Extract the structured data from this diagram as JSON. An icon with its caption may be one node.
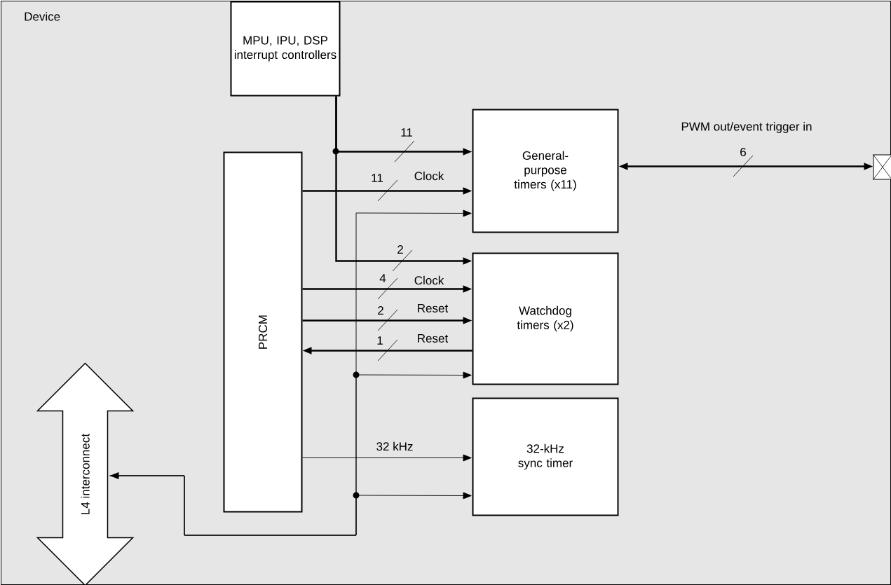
{
  "diagram": {
    "nodes": [
      {
        "text": [
          "Device"
        ]
      },
      {
        "text": [
          "MPU, IPU, DSP interrupt controllers"
        ],
        "in": 0
      },
      {
        "text": [
          "General-purpose timers (x11)"
        ],
        "in": 0
      },
      {
        "text": [
          "Watchdog timers (x2)"
        ],
        "in": 0
      },
      {
        "text": [
          "32-kHz sync timer"
        ],
        "in": 0
      },
      {
        "text": [
          "PRCM"
        ],
        "in": 0
      },
      {
        "text": [
          "L4 interconnect"
        ],
        "in": 0
      },
      {
        "text": [],
        "shape": "box",
        "in": 0
      }
    ],
    "edges": [
      {
        "from": 1,
        "to": 2,
        "arrow": "to"
      },
      {
        "from": 1,
        "to": 3,
        "arrow": "to"
      },
      {
        "from": 5,
        "to": 2,
        "arrow": "to",
        "label": "Clock"
      },
      {
        "from": 5,
        "to": 3,
        "arrow": "to",
        "label": "Clock"
      },
      {
        "from": 5,
        "to": 3,
        "arrow": "to",
        "label": "Reset"
      },
      {
        "from": 3,
        "to": 5,
        "arrow": "to",
        "label": "Reset"
      },
      {
        "from": 2,
        "to": 7,
        "arrow": "both",
        "label": "PWM out/event trigger in"
      },
      {
        "from": 5,
        "to": 4,
        "arrow": "to",
        "label": "32 kHz"
      },
      {
        "from": 6,
        "to": 2,
        "arrow": "both"
      },
      {
        "from": 6,
        "to": 3,
        "arrow": "to"
      },
      {
        "from": 6,
        "to": 4,
        "arrow": "to"
      }
    ],
    "labels": [
      "11",
      "11",
      "6",
      "2",
      "4",
      "2",
      "1"
    ]
  }
}
